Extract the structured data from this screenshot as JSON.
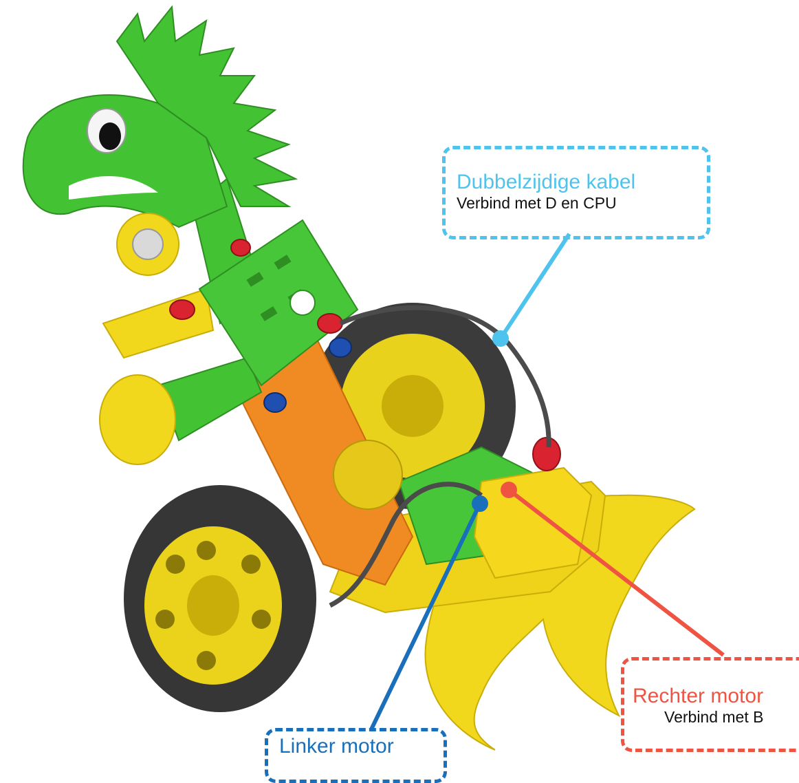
{
  "colors": {
    "cable": "#4ec3ee",
    "right_motor": "#ef5443",
    "left_motor": "#1a6fba",
    "robot_green": "#43c234",
    "robot_yellow": "#f2d81c",
    "robot_orange": "#f08a22",
    "tyre": "#3b3b3b",
    "connector_red": "#d92330",
    "connector_blue": "#1f4fb0"
  },
  "icons": [
    "dinosaur-robot-illustration"
  ],
  "callouts": {
    "cable": {
      "title": "Dubbelzijdige kabel",
      "subtitle": "Verbind met D en CPU"
    },
    "right_motor": {
      "title": "Rechter motor",
      "subtitle": "Verbind met B"
    },
    "left_motor": {
      "title": "Linker motor"
    }
  }
}
